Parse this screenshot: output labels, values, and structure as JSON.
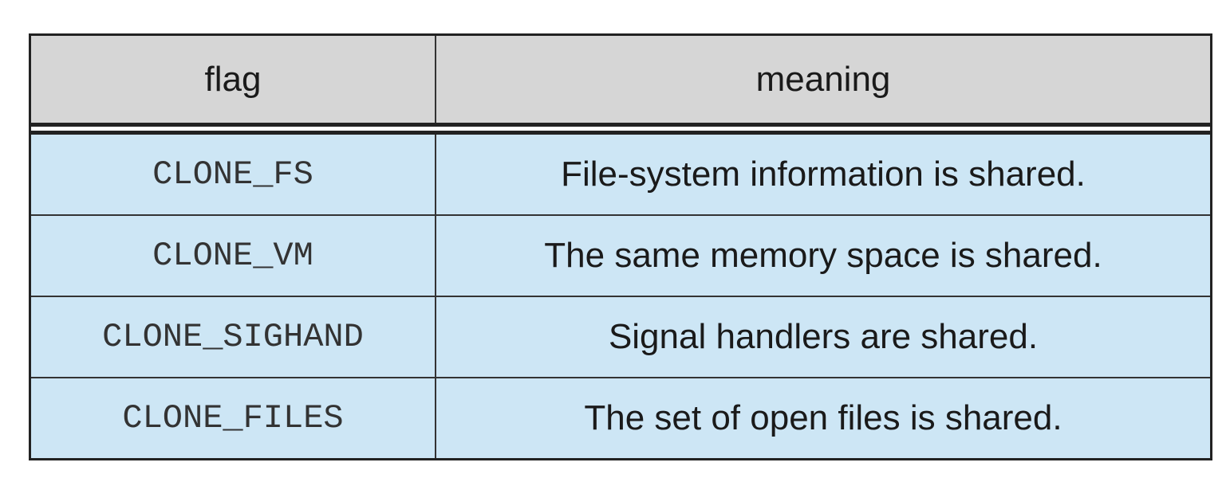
{
  "table": {
    "headers": {
      "flag": "flag",
      "meaning": "meaning"
    },
    "rows": [
      {
        "flag": "CLONE_FS",
        "meaning": "File-system information is shared."
      },
      {
        "flag": "CLONE_VM",
        "meaning": "The same memory space is shared."
      },
      {
        "flag": "CLONE_SIGHAND",
        "meaning": "Signal handlers are shared."
      },
      {
        "flag": "CLONE_FILES",
        "meaning": "The set of open files is shared."
      }
    ]
  },
  "colors": {
    "header_bg": "#d6d6d6",
    "row_bg": "#cde6f5",
    "border": "#222222"
  }
}
